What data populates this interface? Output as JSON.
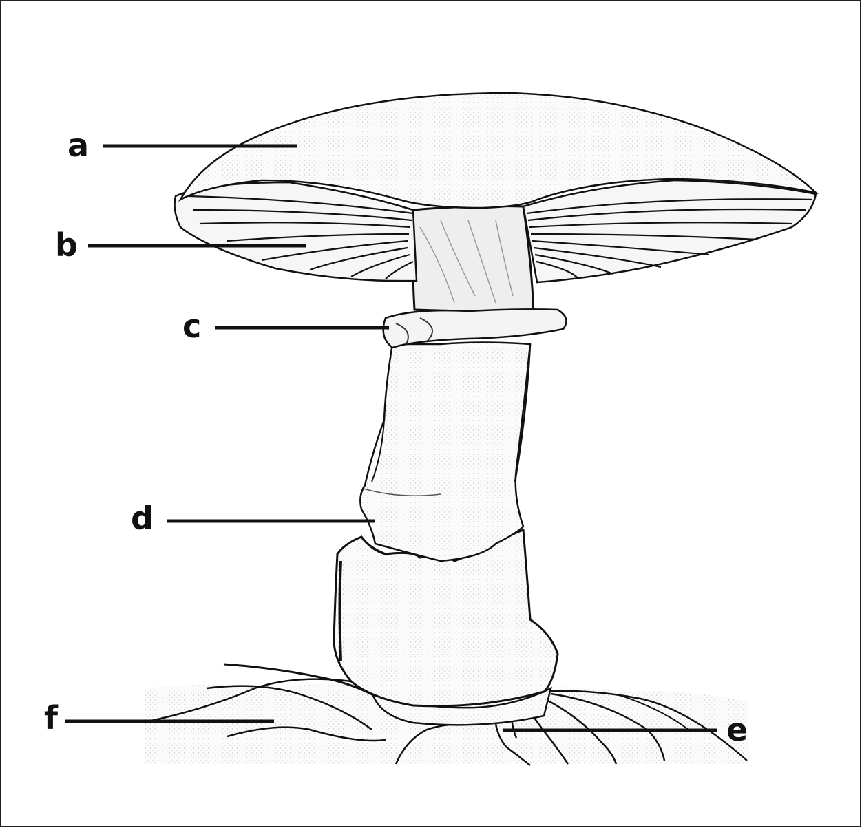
{
  "diagram": {
    "subject": "mushroom",
    "labels": [
      {
        "id": "a",
        "text": "a",
        "part": "cap"
      },
      {
        "id": "b",
        "text": "b",
        "part": "gills"
      },
      {
        "id": "c",
        "text": "c",
        "part": "ring"
      },
      {
        "id": "d",
        "text": "d",
        "part": "stalk"
      },
      {
        "id": "e",
        "text": "e",
        "part": "hyphae"
      },
      {
        "id": "f",
        "text": "f",
        "part": "soil"
      }
    ]
  },
  "colors": {
    "ink": "#111111",
    "shade": "#d9d9d9",
    "background": "#ffffff"
  }
}
